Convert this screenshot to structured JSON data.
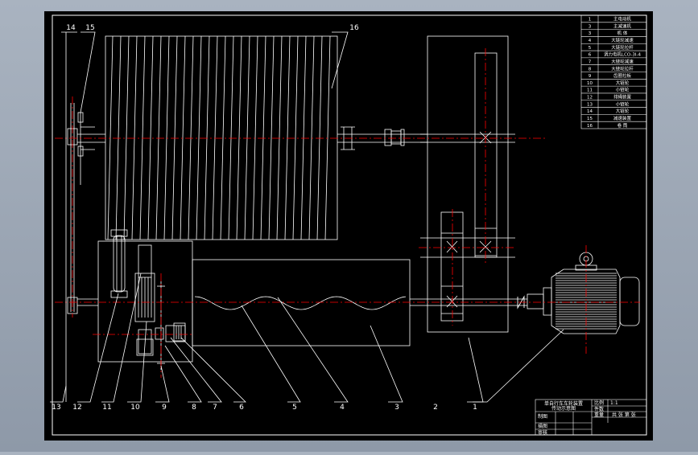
{
  "drawing": {
    "part_labels": [
      "1",
      "2",
      "3",
      "4",
      "5",
      "6",
      "7",
      "8",
      "9",
      "10",
      "11",
      "12",
      "13",
      "14",
      "15",
      "16"
    ],
    "parts_list": [
      {
        "no": "1",
        "name": "主电动机"
      },
      {
        "no": "3",
        "name": "主减速机"
      },
      {
        "no": "3",
        "name": "机 体"
      },
      {
        "no": "4",
        "name": "大链轮减速"
      },
      {
        "no": "5",
        "name": "大链轮拉杆"
      },
      {
        "no": "6",
        "name": "调力电机LCO-3I-4"
      },
      {
        "no": "7",
        "name": "大链轮减速"
      },
      {
        "no": "8",
        "name": "大链轮拉杆"
      },
      {
        "no": "9",
        "name": "齿圈拉板"
      },
      {
        "no": "10",
        "name": "大链轮"
      },
      {
        "no": "11",
        "name": "小链轮"
      },
      {
        "no": "12",
        "name": "排绳装置"
      },
      {
        "no": "13",
        "name": "小链轮"
      },
      {
        "no": "14",
        "name": "大链轮"
      },
      {
        "no": "15",
        "name": "减速装置"
      },
      {
        "no": "16",
        "name": "卷 筒"
      }
    ],
    "title_block": {
      "title_line1": "单自行车车轮装置",
      "title_line2": "传动示意图",
      "scale_label": "比例",
      "scale_value": "1:1",
      "sheet_label": "件数",
      "weight_label": "重量",
      "material_label": "共 张 第 张",
      "drawn_label": "制图",
      "checked_label": "描图",
      "approved_label": "审核"
    }
  },
  "colors": {
    "paper": "#000000",
    "line": "#ffffff",
    "centerline": "#ff0000",
    "frame": "#ffffff"
  }
}
